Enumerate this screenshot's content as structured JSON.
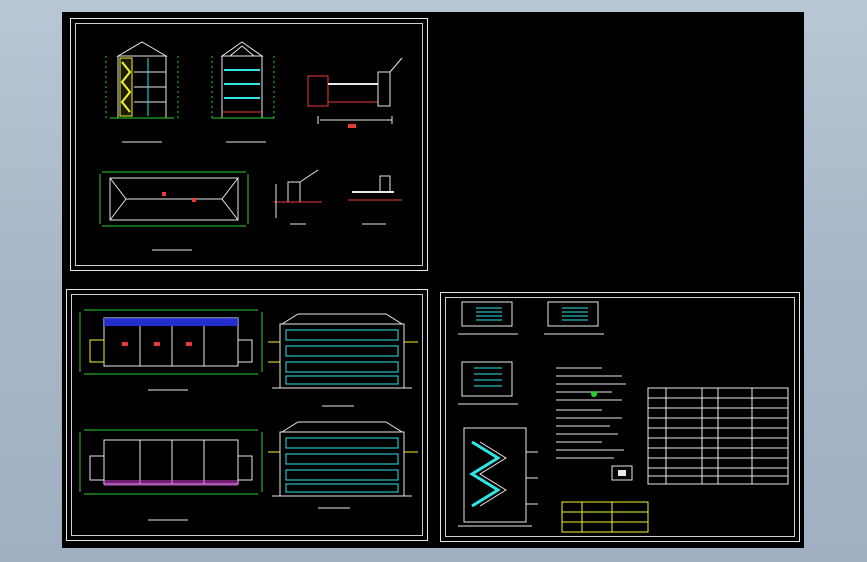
{
  "sheets": [
    {
      "name": "sheet-top-left"
    },
    {
      "name": "sheet-bottom-left"
    },
    {
      "name": "sheet-bottom-right"
    }
  ],
  "colors": {
    "canvas": "#000000",
    "line_white": "#e8e8e8",
    "line_green": "#2bd12b",
    "line_cyan": "#2ee6e6",
    "line_yellow": "#f2f22a",
    "line_red": "#e83a3a",
    "line_magenta": "#e040e0",
    "line_blue": "#3a5cff"
  },
  "watermark": ""
}
